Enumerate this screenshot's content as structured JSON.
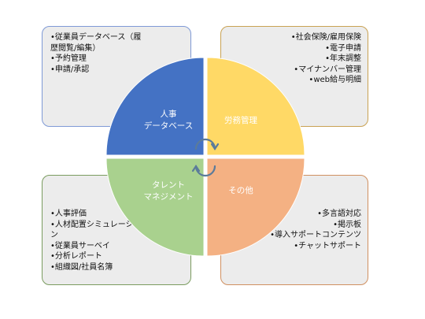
{
  "quadrants": [
    {
      "key": "hr",
      "label_lines": [
        "人事",
        "データベース"
      ],
      "color": "#4472C4",
      "border": "#7F9AD6",
      "items": [
        "•従業員データベース（履\n歴閲覧/編集）",
        "•予約管理",
        "•申請/承認"
      ]
    },
    {
      "key": "labor",
      "label_lines": [
        "労務管理"
      ],
      "color": "#FFD966",
      "border": "#C9A253",
      "items": [
        "•社会保険/雇用保険",
        "•電子申請",
        "•年末調整",
        "•マイナンバー管理",
        "•web給与明細"
      ]
    },
    {
      "key": "talent",
      "label_lines": [
        "タレント",
        "マネジメント"
      ],
      "color": "#A9D18E",
      "border": "#7A9C5F",
      "items": [
        "•人事評価",
        "•人材配置シミュレーショ\nン",
        "•従業員サーベイ",
        "•分析レポート",
        "•組織図/社員名簿"
      ]
    },
    {
      "key": "other",
      "label_lines": [
        "その他"
      ],
      "color": "#F4B183",
      "border": "#D09060",
      "items": [
        "•多言語対応",
        "•掲示板",
        "•導入サポートコンテンツ",
        "•チャットサポート"
      ]
    }
  ]
}
